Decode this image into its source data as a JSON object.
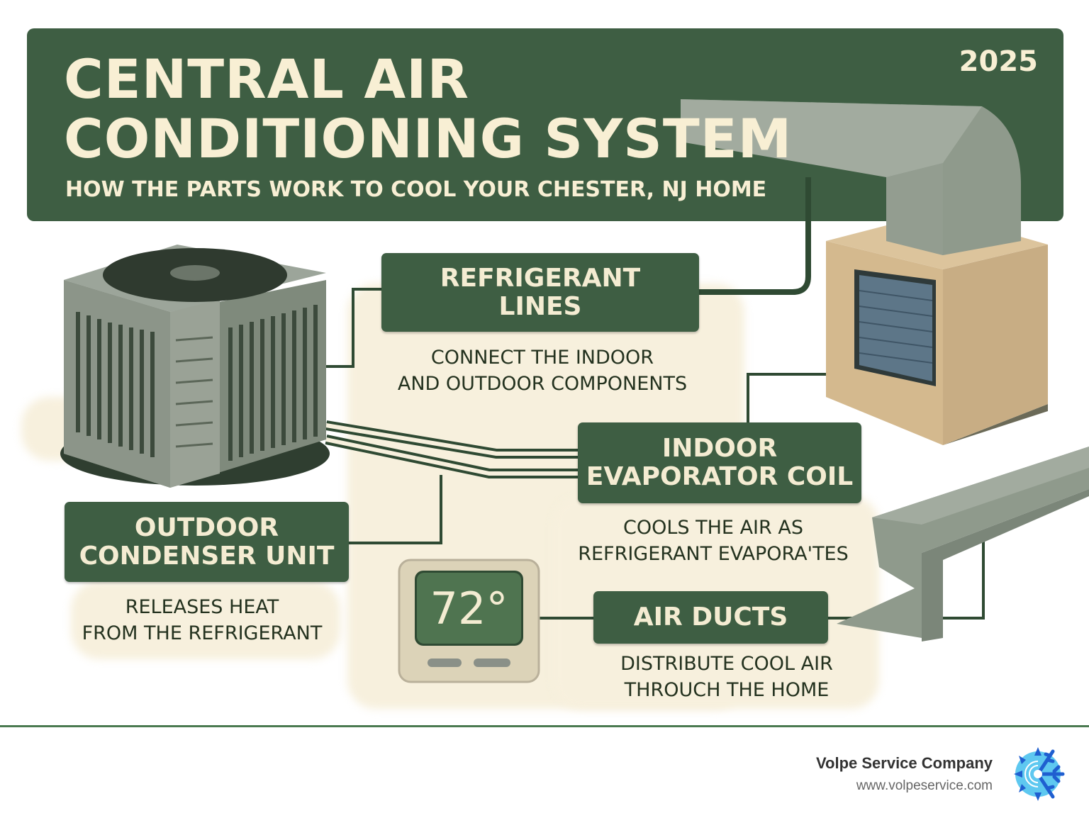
{
  "header": {
    "title_line1": "CENTRAL AIR",
    "title_line2": "CONDITIONING SYSTEM",
    "subtitle": "HOW THE PARTS WORK TO COOL YOUR CHESTER, NJ HOME",
    "year": "2025"
  },
  "components": [
    {
      "label_line1": "REFRIGERANT",
      "label_line2": "LINES",
      "desc_line1": "CONNECT THE INDOOR",
      "desc_line2": "AND OUTDOOR COMPONENTS"
    },
    {
      "label_line1": "INDOOR",
      "label_line2": "EVAPORATOR COIL",
      "desc_line1": "COOLS THE AIR AS",
      "desc_line2": "REFRIGERANT EVAPORA'TES"
    },
    {
      "label_line1": "OUTDOOR",
      "label_line2": "CONDENSER UNIT",
      "desc_line1": "RELEASES HEAT",
      "desc_line2": "FROM THE REFRIGERANT"
    },
    {
      "label_line1": "AIR DUCTS",
      "desc_line1": "DISTRIBUTE COOL AIR",
      "desc_line2": "THROUCH THE HOME"
    }
  ],
  "thermostat": {
    "temperature": "72°"
  },
  "footer": {
    "company": "Volpe Service Company",
    "url": "www.volpeservice.com",
    "logo_icon": "snowflake-sun-icon"
  },
  "colors": {
    "primary_green": "#3e5e43",
    "cream": "#f7f0dd",
    "text_cream": "#f8efd4"
  }
}
